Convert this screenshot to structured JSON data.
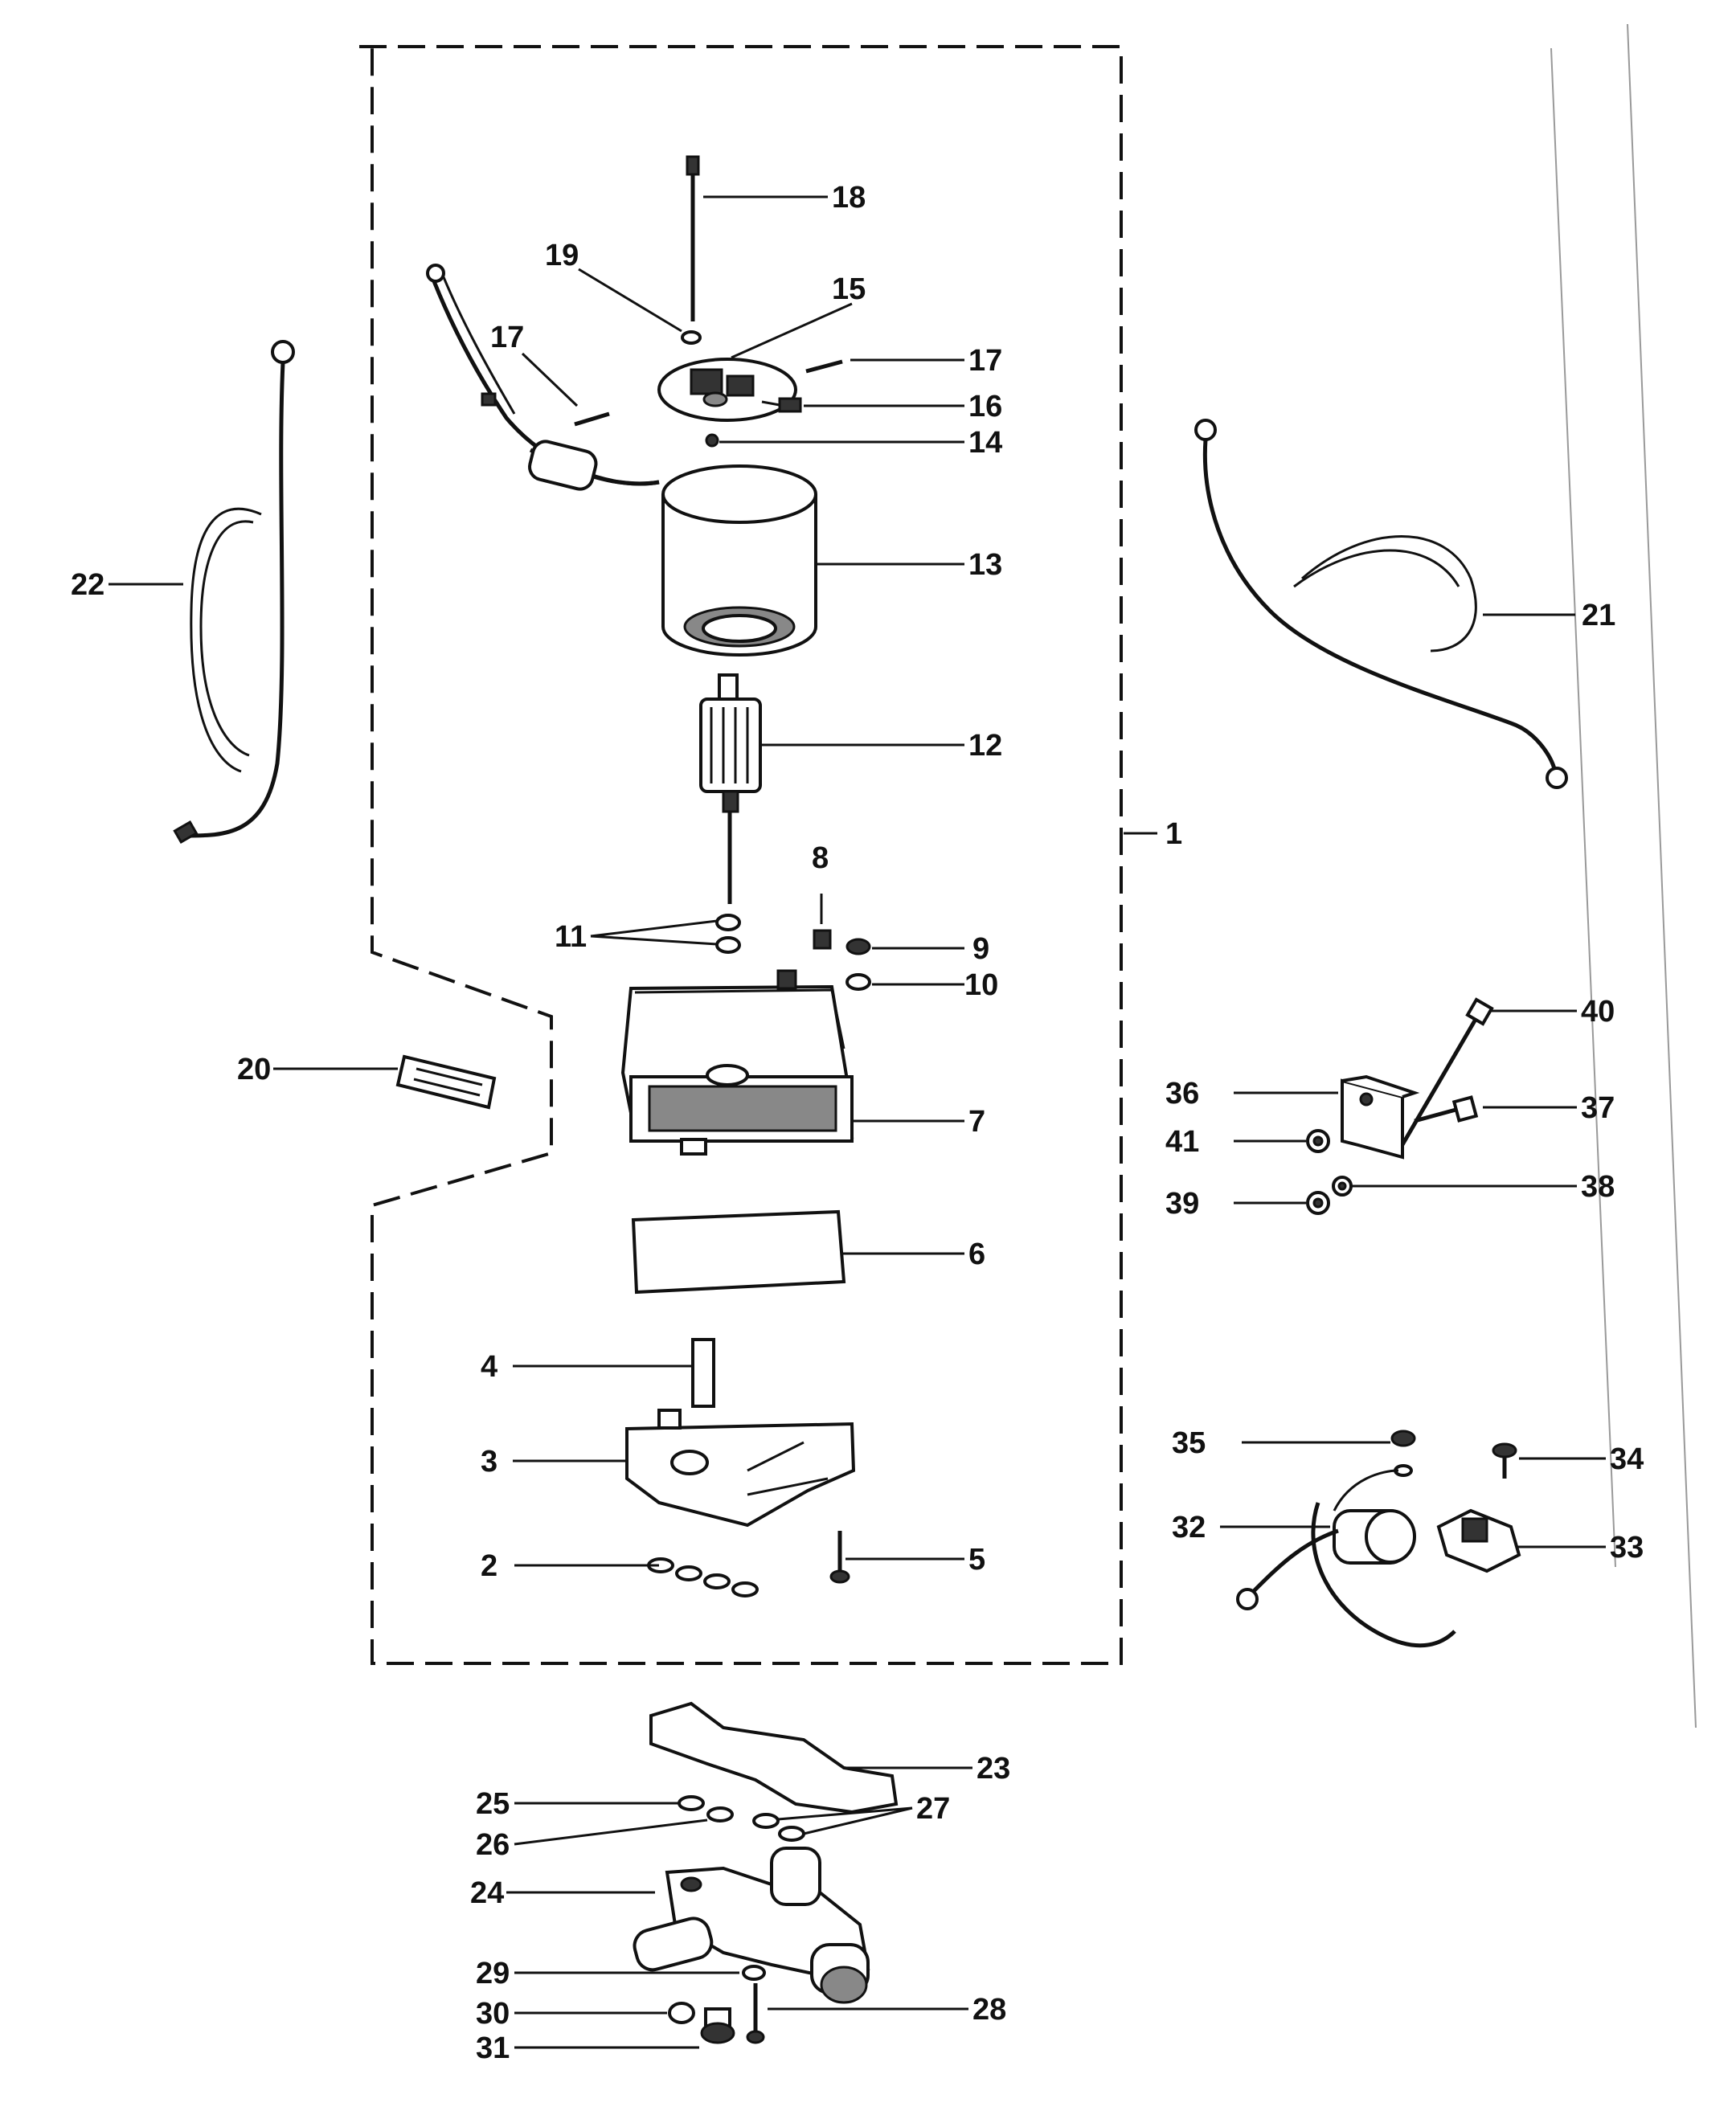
{
  "callouts": [
    {
      "id": "1",
      "label": "1"
    },
    {
      "id": "2",
      "label": "2"
    },
    {
      "id": "3",
      "label": "3"
    },
    {
      "id": "4",
      "label": "4"
    },
    {
      "id": "5",
      "label": "5"
    },
    {
      "id": "6",
      "label": "6"
    },
    {
      "id": "7",
      "label": "7"
    },
    {
      "id": "8",
      "label": "8"
    },
    {
      "id": "9",
      "label": "9"
    },
    {
      "id": "10",
      "label": "10"
    },
    {
      "id": "11",
      "label": "11"
    },
    {
      "id": "12",
      "label": "12"
    },
    {
      "id": "13",
      "label": "13"
    },
    {
      "id": "14",
      "label": "14"
    },
    {
      "id": "15",
      "label": "15"
    },
    {
      "id": "16",
      "label": "16"
    },
    {
      "id": "17a",
      "label": "17"
    },
    {
      "id": "17b",
      "label": "17"
    },
    {
      "id": "18",
      "label": "18"
    },
    {
      "id": "19",
      "label": "19"
    },
    {
      "id": "20",
      "label": "20"
    },
    {
      "id": "21",
      "label": "21"
    },
    {
      "id": "22",
      "label": "22"
    },
    {
      "id": "23",
      "label": "23"
    },
    {
      "id": "24",
      "label": "24"
    },
    {
      "id": "25",
      "label": "25"
    },
    {
      "id": "26",
      "label": "26"
    },
    {
      "id": "27",
      "label": "27"
    },
    {
      "id": "28",
      "label": "28"
    },
    {
      "id": "29",
      "label": "29"
    },
    {
      "id": "30",
      "label": "30"
    },
    {
      "id": "31",
      "label": "31"
    },
    {
      "id": "32",
      "label": "32"
    },
    {
      "id": "33",
      "label": "33"
    },
    {
      "id": "34",
      "label": "34"
    },
    {
      "id": "35",
      "label": "35"
    },
    {
      "id": "36",
      "label": "36"
    },
    {
      "id": "37",
      "label": "37"
    },
    {
      "id": "38",
      "label": "38"
    },
    {
      "id": "39",
      "label": "39"
    },
    {
      "id": "40",
      "label": "40"
    },
    {
      "id": "41",
      "label": "41"
    }
  ]
}
